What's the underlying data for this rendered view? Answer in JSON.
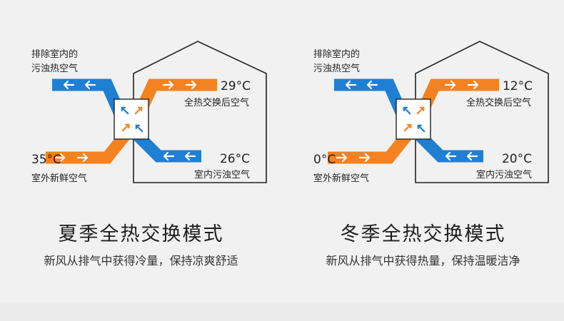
{
  "panels": [
    {
      "exhaust_label": [
        "排除室内的",
        "污浊热空气"
      ],
      "supply_temp": "29°C",
      "supply_label": "全热交换后空气",
      "outdoor_temp": "35°C",
      "outdoor_label": "室外新鲜空气",
      "indoor_temp": "26°C",
      "indoor_label": "室内污浊空气",
      "title": "夏季全热交换模式",
      "subtitle": "新风从排气中获得冷量，保持凉爽舒适"
    },
    {
      "exhaust_label": [
        "排除室内的",
        "污浊热空气"
      ],
      "supply_temp": "12°C",
      "supply_label": "全热交换后空气",
      "outdoor_temp": "0°C",
      "outdoor_label": "室外新鲜空气",
      "indoor_temp": "20°C",
      "indoor_label": "室内污浊空气",
      "title": "冬季全热交换模式",
      "subtitle": "新风从排气中获得热量，保持温暖洁净"
    }
  ],
  "colors": {
    "blue_duct": "#1f7fd3",
    "orange_duct": "#f58220",
    "outline": "#222222",
    "box_fill": "#ffffff"
  },
  "icons": [
    "right-arrow-icon",
    "left-arrow-icon",
    "diagonal-arrow-icon"
  ]
}
